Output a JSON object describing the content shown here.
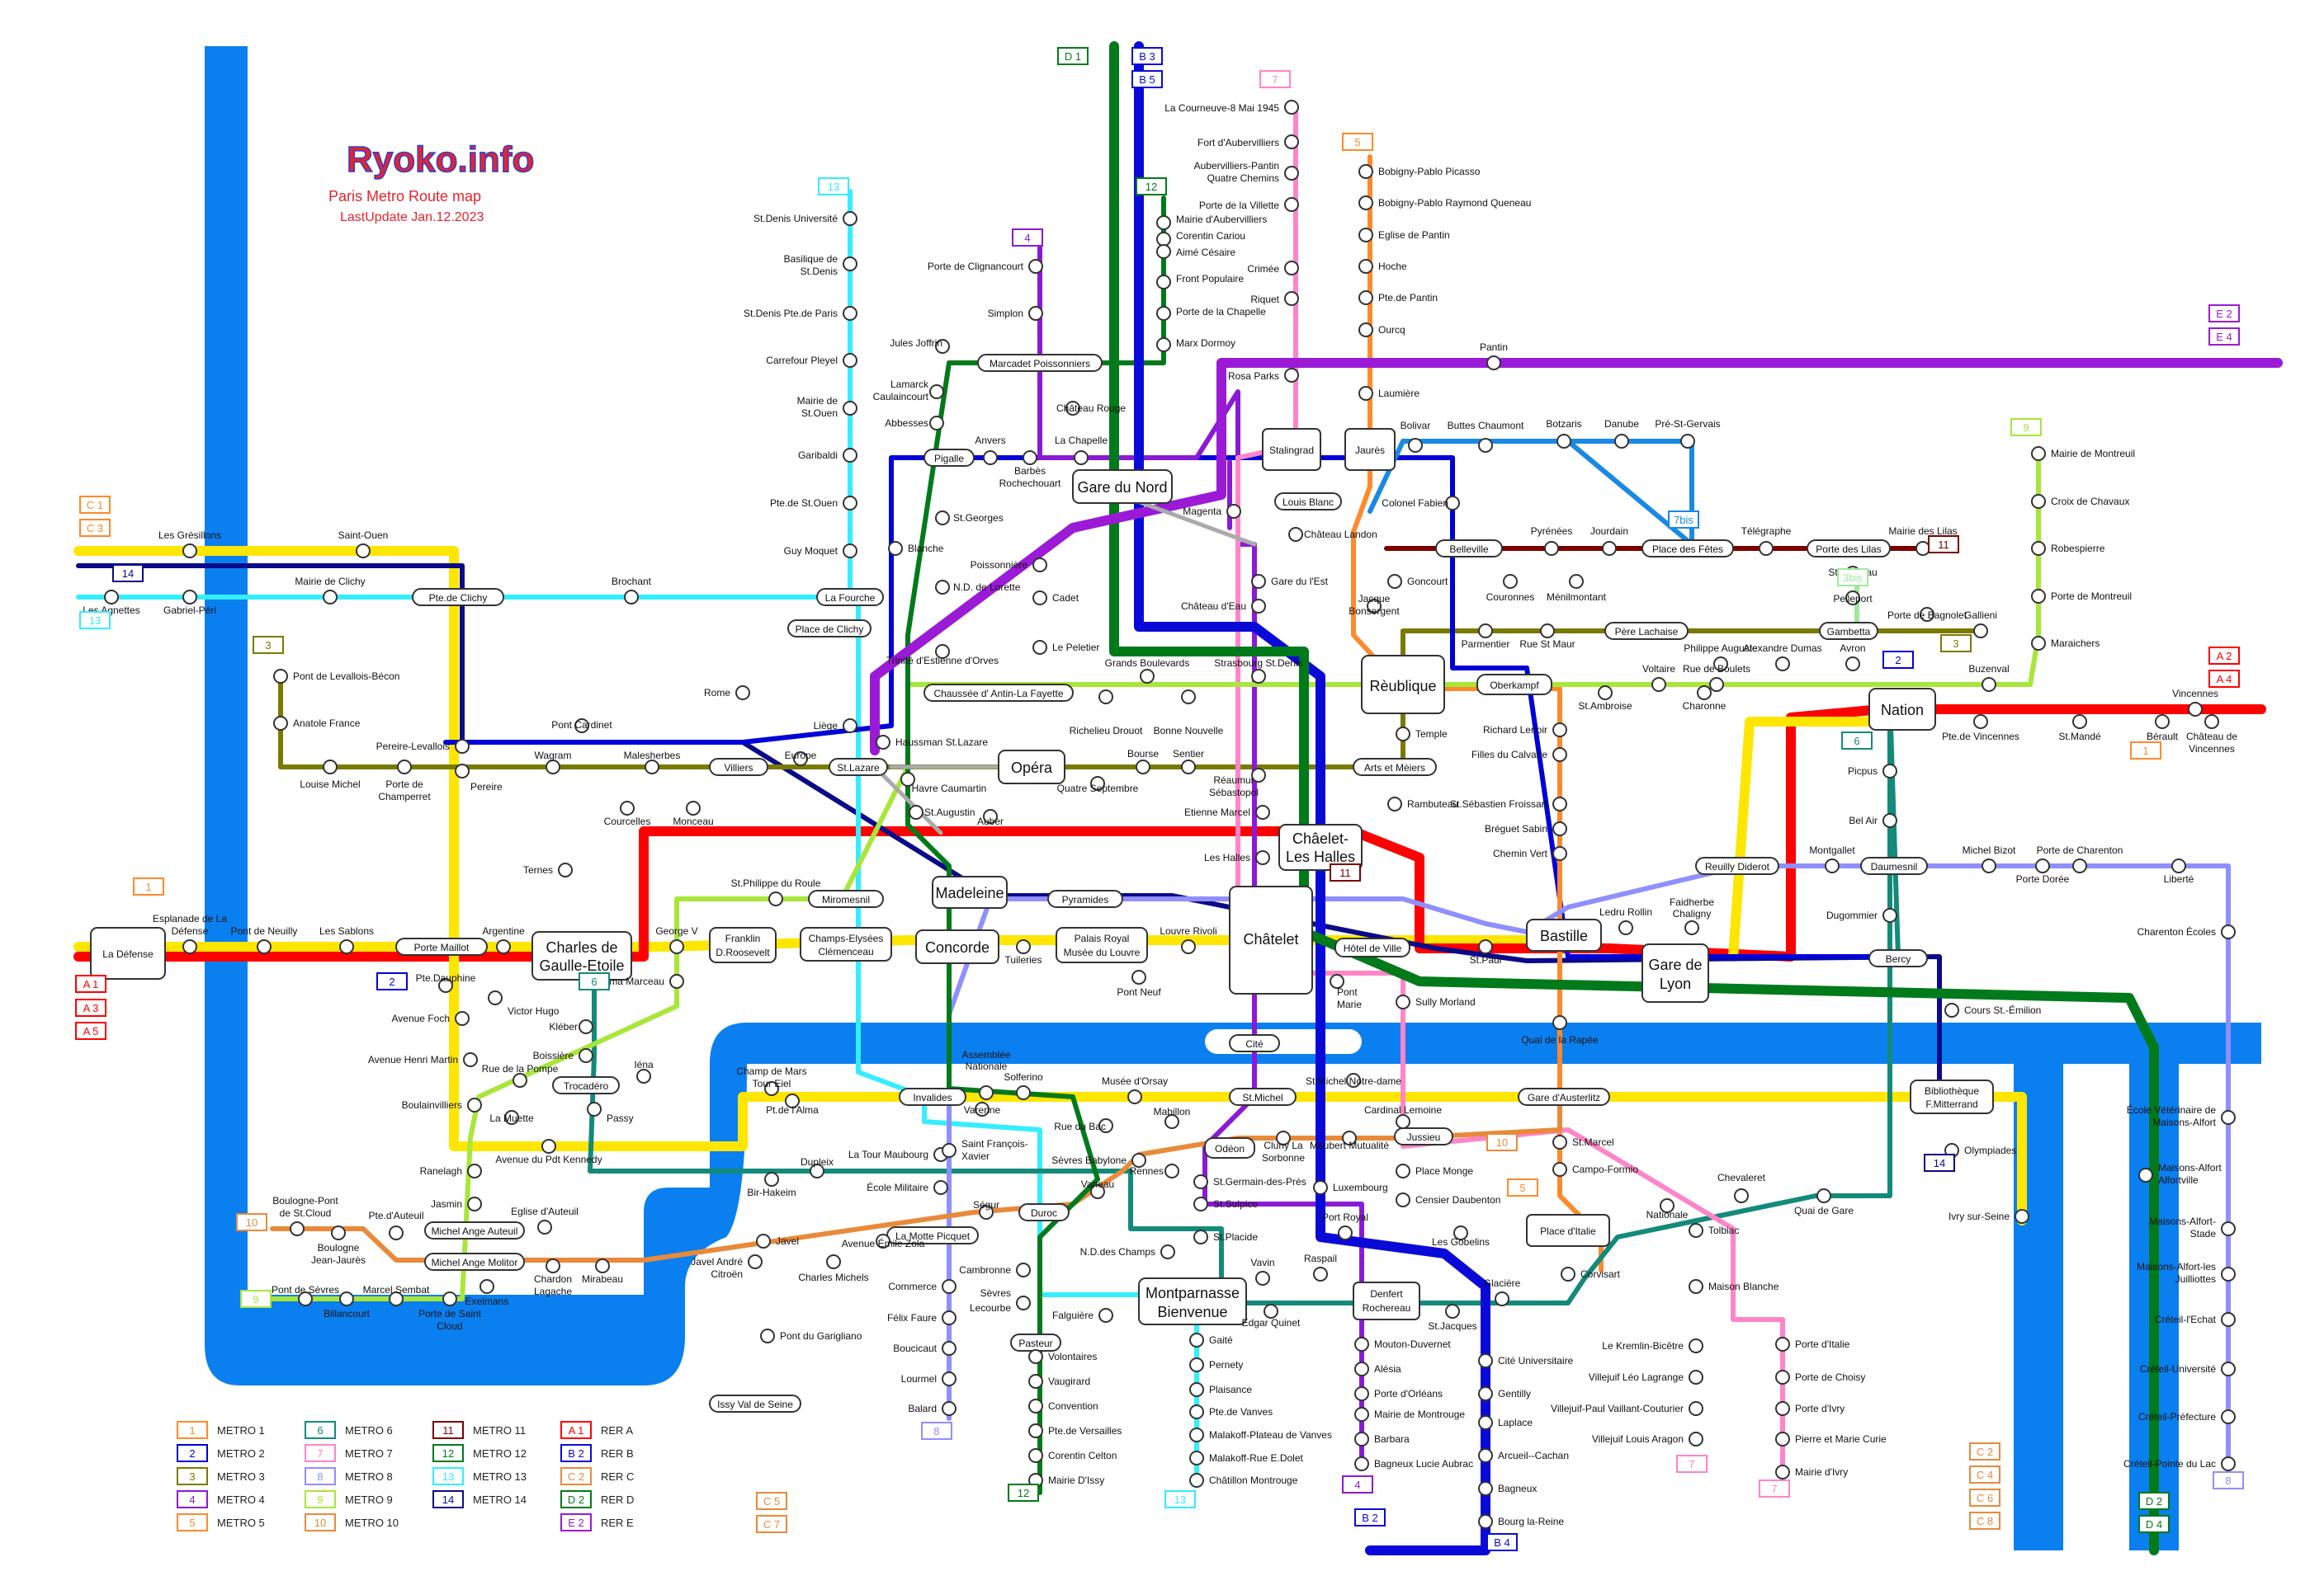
{
  "brand": {
    "logo": "Ryoko.info",
    "title": "Paris Metro Route map",
    "updated": "LastUpdate Jan.12.2023"
  },
  "colors": {
    "m1": "#ffe600",
    "m2": "#0000d8",
    "m3": "#7a7a00",
    "m4": "#8a1ad6",
    "m5": "#ff8a2b",
    "m6": "#138a7a",
    "m7": "#ff85c8",
    "m8": "#8f8fff",
    "m9": "#a8e63a",
    "m10": "#e88a3a",
    "m11": "#7a0000",
    "m12": "#007a1a",
    "m13": "#33eeff",
    "m14": "#0a0a8a",
    "rerA": "#ff0000",
    "rerB": "#0a0ad8",
    "rerC": "#ffe600",
    "rerD": "#007a1a",
    "rerE": "#9a1ad6",
    "m3bis": "#9fe89f",
    "m7bis": "#1a88e6",
    "seine": "#0a7ff0"
  },
  "legend": [
    {
      "code": "1",
      "name": "METRO 1",
      "color": "#ff8a2b"
    },
    {
      "code": "2",
      "name": "METRO 2",
      "color": "#0000d8"
    },
    {
      "code": "3",
      "name": "METRO 3",
      "color": "#7a7a00"
    },
    {
      "code": "4",
      "name": "METRO 4",
      "color": "#8a1ad6"
    },
    {
      "code": "5",
      "name": "METRO 5",
      "color": "#ff8a2b"
    },
    {
      "code": "6",
      "name": "METRO 6",
      "color": "#138a7a"
    },
    {
      "code": "7",
      "name": "METRO 7",
      "color": "#ff85c8"
    },
    {
      "code": "8",
      "name": "METRO 8",
      "color": "#8f8fff"
    },
    {
      "code": "9",
      "name": "METRO 9",
      "color": "#a8e63a"
    },
    {
      "code": "10",
      "name": "METRO 10",
      "color": "#e88a3a"
    },
    {
      "code": "11",
      "name": "METRO 11",
      "color": "#7a0000"
    },
    {
      "code": "12",
      "name": "METRO 12",
      "color": "#007a1a"
    },
    {
      "code": "13",
      "name": "METRO 13",
      "color": "#33eeff"
    },
    {
      "code": "14",
      "name": "METRO 14",
      "color": "#0a0a8a"
    },
    {
      "code": "A 1",
      "name": "RER A",
      "color": "#ff0000"
    },
    {
      "code": "B 2",
      "name": "RER B",
      "color": "#0a0ad8"
    },
    {
      "code": "C 2",
      "name": "RER C",
      "color": "#e88a3a"
    },
    {
      "code": "D 2",
      "name": "RER D",
      "color": "#007a1a"
    },
    {
      "code": "E 2",
      "name": "RER E",
      "color": "#9a1ad6"
    }
  ],
  "hubs": {
    "gare_du_nord": "Gare du Nord",
    "opera": "Opéra",
    "republique": "Rèublique",
    "nation": "Nation",
    "chatelet": "Châtelet",
    "chatelet_halles_1": "Châelet-",
    "chatelet_halles_2": "Les Halles",
    "cdg_1": "Charles de",
    "cdg_2": "Gaulle-Etoile",
    "concorde": "Concorde",
    "madeleine": "Madeleine",
    "bastille": "Bastille",
    "gare_lyon_1": "Gare de",
    "gare_lyon_2": "Lyon",
    "montparnasse_1": "Montparnasse",
    "montparnasse_2": "Bienvenue",
    "la_defense": "La Défense",
    "stalingrad": "Stalingrad",
    "jaures": "Jaurès",
    "place_italie": "Place d'Italie",
    "denfert_1": "Denfert",
    "denfert_2": "Rochereau",
    "st_lazare": "St.Lazare",
    "villiers": "Villiers",
    "place_clichy": "Place de Clichy",
    "pigalle": "Pigalle",
    "invalides": "Invalides",
    "st_michel": "St.Michel",
    "odeon": "Odéon",
    "duroc": "Duroc",
    "la_motte": "La Motte Picquet",
    "pasteur": "Pasteur",
    "trocadero": "Trocadéro",
    "porte_maillot": "Porte Maillot",
    "pte_clichy": "Pte.de Clichy",
    "la_fourche": "La Fourche",
    "miromesnil": "Miromesnil",
    "pyramides": "Pyramides",
    "champs_1": "Champs-Elysées",
    "champs_2": "Clémenceau",
    "palais_1": "Palais Royal",
    "palais_2": "Musée du Louvre",
    "franklin_1": "Franklin",
    "franklin_2": "D.Roosevelt",
    "hotel_ville": "Hôtel de Ville",
    "cite": "Cité",
    "gare_austerlitz": "Gare d'Austerlitz",
    "jussieu": "Jussieu",
    "oberkampf": "Oberkampf",
    "reuilly": "Reuilly Diderot",
    "daumesnil": "Daumesnil",
    "bercy": "Bercy",
    "pere_lachaise": "Père Lachaise",
    "gambetta": "Gambetta",
    "belleville": "Belleville",
    "place_fetes": "Place des Fêtes",
    "porte_lilas": "Porte des Lilas",
    "bnf_1": "Bibliothèque",
    "bnf_2": "F.Mitterrand",
    "marcadet": "Marcadet Poissonniers",
    "chaussee": "Chaussée d' Antin-La Fayette",
    "michel_auteuil": "Michel Ange Auteuil",
    "michel_molitor": "Michel Ange Molitor",
    "arts": "Arts et Mèiers",
    "issy": "Issy Val de Seine",
    "louis_blanc": "Louis Blanc"
  },
  "line_tags": {
    "d1": "D 1",
    "b3": "B 3",
    "b5": "B 5",
    "t7": "7",
    "t5": "5",
    "t4": "4",
    "t12": "12",
    "t13": "13",
    "c1": "C 1",
    "c3": "C 3",
    "t14": "14",
    "t13b": "13",
    "t3": "3",
    "t1": "1",
    "a1": "A 1",
    "a3": "A 3",
    "a5": "A 5",
    "t2": "2",
    "t6": "6",
    "e2": "E 2",
    "e4": "E 4",
    "t9": "9",
    "t3bis": "3bis",
    "t7bis": "7bis",
    "t11": "11",
    "t3r": "3",
    "t2r": "2",
    "a2": "A 2",
    "a4": "A 4",
    "t1r": "1",
    "t6r": "6",
    "t11b": "11",
    "t10": "10",
    "t10b": "10",
    "t5b": "5",
    "t14b": "14",
    "t8": "8",
    "t4b": "4",
    "b2": "B 2",
    "b4": "B 4",
    "t12b": "12",
    "t13c": "13",
    "t7c": "7",
    "t7d": "7",
    "t8b": "8",
    "c5": "C 5",
    "c7": "C 7",
    "c2": "C 2",
    "c4": "C 4",
    "c6": "C 6",
    "c8": "C 8",
    "d2": "D 2",
    "d4": "D 4",
    "t9b": "9",
    "t10c": "10"
  },
  "stations": {
    "l7_top": "La Courneuve-8 Mai 1945",
    "fort_aub": "Fort d'Aubervilliers",
    "aub_pantin_1": "Aubervilliers-Pantin",
    "aub_pantin_2": "Quatre Chemins",
    "porte_villette": "Porte de la Villette",
    "mairie_aub": "Mairie d'Aubervilliers",
    "corentin_cariou": "Corentin Cariou",
    "aime_cesaire": "Aimé Césaire",
    "crimee": "Crimée",
    "front_pop": "Front Populaire",
    "riquet": "Riquet",
    "porte_chapelle": "Porte de la  Chapelle",
    "marx_dormoy": "Marx Dormoy",
    "rosa_parks": "Rosa Parks",
    "bob_picasso": "Bobigny-Pablo Picasso",
    "bob_queneau": "Bobigny-Pablo Raymond Queneau",
    "eglise_pantin": "Eglise de Pantin",
    "hoche": "Hoche",
    "pte_pantin": "Pte.de Pantin",
    "ourcq": "Ourcq",
    "laumiere": "Laumière",
    "pantin": "Pantin",
    "clignancourt": "Porte de Clignancourt",
    "simplon": "Simplon",
    "chateau_rouge": "Château Rouge",
    "jules_joffrin": "Jules Joffrin",
    "lamarck_1": "Lamarck",
    "lamarck_2": "Caulaincourt",
    "abbesses": "Abbesses",
    "anvers": "Anvers",
    "barbes_1": "Barbès",
    "barbes_2": "Rochechouart",
    "la_chapelle": "La Chapelle",
    "st_georges": "St.Georges",
    "blanche": "Blanche",
    "nd_lorette": "N.D. de Lorette",
    "trinite": "Trinité d'Estienne d'Orves",
    "magenta": "Magenta",
    "poissonniere": "Poissonnière",
    "cadet": "Cadet",
    "le_peletier": "Le Peletier",
    "gare_est": "Gare du  l'Est",
    "chateau_eau": "Château d'Eau",
    "chateau_landon": "Château Landon",
    "strasbourg": "Strasbourg St.Denis",
    "grands_blvd": "Grands Boulevards",
    "richelieu": "Richelieu Drouot",
    "bonne_nouvelle": "Bonne Nouvelle",
    "bolivar": "Bolivar",
    "buttes": "Buttes Chaumont",
    "botzaris": "Botzaris",
    "danube": "Danube",
    "pre_st_gervais": "Pré-St-Gervais",
    "colonel_fabien": "Colonel Fabien",
    "pyrenees": "Pyrénées",
    "jourdain": "Jourdain",
    "telegraphe": "Télégraphe",
    "mairie_lilas": "Mairie des Lilas",
    "goncourt": "Goncourt",
    "jacques_1": "Jacque",
    "jacques_2": "Bonsergent",
    "couronnes": "Couronnes",
    "menilmontant": "Ménilmontant",
    "st_fargeau": "St.Fargeau",
    "pelleport": "Pelleport",
    "parmentier": "Parmentier",
    "rue_st_maur": "Rue St Maur",
    "pte_bagnolet": "Porte de Bagnolet",
    "gallieni": "Gallieni",
    "philippe_auguste": "Philippe Auguste",
    "alexandre_dumas": "Alexandre Dumas",
    "avron": "Avron",
    "voltaire": "Voltaire",
    "rue_boulets": "Rue de Boulets",
    "buzenval": "Buzenval",
    "st_ambroise": "St.Ambroise",
    "charonne": "Charonne",
    "richard_lenoir": "Richard Lenoir",
    "filles_calvaire": "Filles du Calvaire",
    "temple": "Temple",
    "rambuteau": "Rambuteau",
    "st_seb": "St.Sébastien Froissart",
    "breguet": "Bréguet Sabin",
    "chemin_vert": "Chemin Vert",
    "ledru": "Ledru Rollin",
    "faidherbe_1": "Faidherbe",
    "faidherbe_2": "Chaligny",
    "st_paul": "St.Paul",
    "sully": "Sully Morland",
    "pont_marie_1": "Pont",
    "pont_marie_2": "Marie",
    "quai_rapee": "Quai de la Rapée",
    "mairie_montreuil": "Mairie de Montreuil",
    "croix_chavaux": "Croix de Chavaux",
    "robespierre": "Robespierre",
    "porte_montreuil": "Porte de Montreuil",
    "maraichers": "Maraichers",
    "vincennes": "Vincennes",
    "pte_vincennes": "Pte.de Vincennes",
    "st_mande": "St.Mandé",
    "berault": "Bérault",
    "chateau_vinc_1": "Château de",
    "chateau_vinc_2": "Vincennes",
    "picpus": "Picpus",
    "bel_air": "Bel Air",
    "montgallet": "Montgallet",
    "michel_bizot": "Michel Bizot",
    "porte_charenton": "Porte de Charenton",
    "porte_doree": "Porte Dorée",
    "liberte": "Liberté",
    "dugommier": "Dugommier",
    "charenton_ecoles": "Charenton Écoles",
    "cours_emilion": "Cours St.-Émilion",
    "olympiades": "Olympiades",
    "ivry_seine": "Ivry sur-Seine",
    "ecole_vet_1": "École Vétérinaire de",
    "ecole_vet_2": "Maisons-Alfort",
    "ma_alfortville_1": "Maisons-Alfort",
    "ma_alfortville_2": "Alfortville",
    "ma_stade_1": "Maisons-Alfort-",
    "ma_stade_2": "Stade",
    "ma_juilliottes_1": "Maisons-Alfort-les",
    "ma_juilliottes_2": "Juilliottes",
    "creteil_echat": "Créteil-l'Echat",
    "creteil_univ": "Créteil-Université",
    "creteil_pref": "Créteil-Préfecture",
    "creteil_lac": "Créteil-Pointe du Lac",
    "chevaleret": "Chevaleret",
    "nationale": "Nationale",
    "quai_gare": "Quai de Gare",
    "campo_formio": "Campo-Formio",
    "st_marcel": "St.Marcel",
    "tolbiac": "Tolbiac",
    "maison_blanche": "Maison Blanche",
    "corvisart": "Corvisart",
    "glaciere": "Glacière",
    "st_jacques": "St.Jacques",
    "les_gobelins": "Les Gobelins",
    "censier": "Censier Daubenton",
    "place_monge": "Place Monge",
    "cardinal": "Cardinal Lemoine",
    "maubert": "Maubert Mutualité",
    "cluny_1": "Cluny La",
    "cluny_2": "Sorbonne",
    "st_michel_nd": "St.Michel Notre-dame",
    "luxembourg": "Luxembourg",
    "port_royal": "Port Royal",
    "raspail": "Raspail",
    "vavin": "Vavin",
    "edgar_quinet": "Edgar Quinet",
    "kb_1": "Le Kremlin-Bicêtre",
    "villejuif_ll": "Villejuif Léo Lagrange",
    "villejuif_pvc": "Villejuif-Paul Vaillant-Couturier",
    "villejuif_aragon": "Villejuif Louis Aragon",
    "porte_italie": "Porte d'Italie",
    "porte_choisy": "Porte de Choisy",
    "porte_ivry": "Porte d'Ivry",
    "pierre_curie": "Pierre et Marie Curie",
    "mairie_ivry": "Mairie d'Ivry",
    "mouton": "Mouton-Duvernet",
    "alesia": "Alésia",
    "porte_orleans": "Porte d'Orléans",
    "mairie_montrouge": "Mairie de Montrouge",
    "barbara": "Barbara",
    "bagneux_aubrac": "Bagneux Lucie Aubrac",
    "cite_univ": "Cité Universitaire",
    "gentilly": "Gentilly",
    "laplace": "Laplace",
    "arcueil": "Arcueil--Cachan",
    "bagneux": "Bagneux",
    "bourg_reine": "Bourg la-Reine",
    "gaite": "Gaité",
    "pernety": "Pernety",
    "plaisance": "Plaisance",
    "pte_vanves": "Pte.de Vanves",
    "malakoff_pv": "Malakoff-Plateau de Vanves",
    "malakoff_rd": "Malakoff-Rue E.Dolet",
    "chatillon": "Châtillon Montrouge",
    "volontaires": "Volontaires",
    "vaugirard": "Vaugirard",
    "convention": "Convention",
    "pte_versailles": "Pte.de Versailles",
    "corentin_celton": "Corentin Celton",
    "mairie_issy": "Mairie D'Issy",
    "falguiere": "Falguière",
    "sevres_lecourbe_1": "Sèvres",
    "sevres_lecourbe_2": "Lecourbe",
    "cambronne": "Cambronne",
    "commerce": "Commerce",
    "felix_faure": "Félix Faure",
    "boucicaut": "Boucicaut",
    "lourmel": "Lourmel",
    "balard": "Balard",
    "nd_champs": "N.D.des Champs",
    "st_placide": "St.Placide",
    "st_sulpice": "St.Sulpice",
    "st_germain": "St.Germain-des-Prés",
    "rennes": "Rennes",
    "vaneau": "Vaneau",
    "segur": "Ségur",
    "sevres_babylone": "Sèvres Babylone",
    "mabillon": "Mabillon",
    "rue_bac": "Rue du Bac",
    "la_tour_maubourg": "La Tour Maubourg",
    "ecole_militaire": "École Militaire",
    "st_francois_1": "Saint François-",
    "st_francois_2": "Xavier",
    "varenne": "Varenne",
    "solferino": "Solferino",
    "assemblee_1": "Assemblée",
    "assemblee_2": "Nationale",
    "musee_orsay": "Musée d'Orsay",
    "tuileries": "Tuileries",
    "louvre_rivoli": "Louvre Rivoli",
    "pont_neuf": "Pont Neuf",
    "les_halles": "Les Halles",
    "etienne_marcel": "Etienne Marcel",
    "reaumur_1": "Réaumur",
    "reaumur_2": "Sébastopol",
    "sentier": "Sentier",
    "bourse": "Bourse",
    "quatre_sept": "Quatre Septembre",
    "havre": "Havre Caumartin",
    "st_augustin": "St.Augustin",
    "auber": "Auber",
    "haussman": "Haussman St.Lazare",
    "liege": "Liège",
    "europe": "Europe",
    "rome": "Rome",
    "malesherbes": "Malesherbes",
    "wagram": "Wagram",
    "pereire_lev": "Pereire-Levallois",
    "pereire": "Pereire",
    "pont_cardinet": "Pont Cardinet",
    "courcelles": "Courcelles",
    "monceau": "Monceau",
    "ternes": "Ternes",
    "st_philippe": "St.Philippe du Roule",
    "george_v": "George V",
    "argentine": "Argentine",
    "les_sablons": "Les Sablons",
    "pont_neuilly": "Pont de Neuilly",
    "esplanade_1": "Esplanade de La",
    "esplanade_2": "Défense",
    "pte_dauphine": "Pte.Dauphine",
    "victor_hugo": "Victor Hugo",
    "avenue_foch": "Avenue Foch",
    "kleber": "Kléber",
    "boissiere": "Boissière",
    "alma_marceau": "Alma Marceau",
    "iena": "Iéna",
    "henri_martin": "Avenue Henri Martin",
    "rue_pompe": "Rue de la Pompe",
    "la_muette": "La Muette",
    "passy": "Passy",
    "boulainvilliers": "Boulainvilliers",
    "ranelagh": "Ranelagh",
    "pdt_kennedy": "Avenue du Pdt Kennedy",
    "jasmin": "Jasmin",
    "champ_mars_1": "Champ de Mars",
    "champ_mars_2": "Tour Eiel",
    "pt_alma": "Pt.de l'Alma",
    "bir_hakeim": "Bir-Hakeim",
    "dupleix": "Dupleix",
    "javel": "Javel",
    "javel_andre_1": "Javel André",
    "javel_andre_2": "Citroën",
    "charles_michels": "Charles Michels",
    "avenue_zola": "Avenue Émile Zola",
    "pont_garigliano": "Pont du Garigliano",
    "boulogne_pont_1": "Boulogne-Pont",
    "boulogne_pont_2": "de St.Cloud",
    "boulogne_jj_1": "Boulogne",
    "boulogne_jj_2": "Jean-Jaurès",
    "pte_auteuil": "Pte.d'Auteuil",
    "eglise_auteuil": "Eglise d'Auteuil",
    "exelmans": "Exelmans",
    "chardon_1": "Chardon",
    "chardon_2": "Lagache",
    "mirabeau": "Mirabeau",
    "pont_sevres": "Pont de Sèvres",
    "billancourt": "Billancourt",
    "marcel_sembat": "Marcel Sembat",
    "pte_st_cloud_1": "Porte de Saint",
    "pte_st_cloud_2": "Cloud",
    "grésillons": "Les Grésillons",
    "saint_ouen": "Saint-Ouen",
    "mairie_clichy": "Mairie de Clichy",
    "brochant": "Brochant",
    "les_agnettes": "Les Agnettes",
    "gabriel_peri": "Gabriel-Péri",
    "pont_levallois": "Pont de Levallois-Bécon",
    "anatole": "Anatole France",
    "louise_michel": "Louise Michel",
    "porte_champerret_1": "Porte de",
    "porte_champerret_2": "Champerret",
    "st_denis_univ": "St.Denis Université",
    "basilique_1": "Basilique de",
    "basilique_2": "St.Denis",
    "st_denis_pte": "St.Denis Pte.de Paris",
    "carrefour": "Carrefour Pleyel",
    "mairie_ouen_1": "Mairie de",
    "mairie_ouen_2": "St.Ouen",
    "garibaldi": "Garibaldi",
    "pte_st_ouen": "Pte.de St.Ouen",
    "guy_moquet": "Guy Moquet"
  }
}
